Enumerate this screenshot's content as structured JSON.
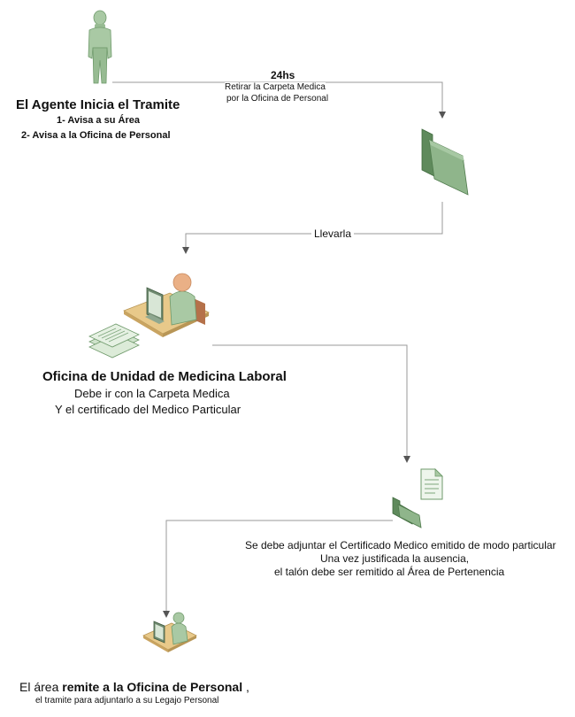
{
  "agent": {
    "title": "El Agente Inicia el Tramite",
    "step1": "1- Avisa a su Área",
    "step2": "2- Avisa a la Oficina de Personal"
  },
  "edge1": {
    "time": "24hs",
    "line1": "Retirar la Carpeta Medica",
    "line2": "por la Oficina de Personal"
  },
  "edge2": {
    "label": "Llevarla"
  },
  "office": {
    "title": "Oficina de Unidad de Medicina Laboral",
    "line1": "Debe ir con la Carpeta Medica",
    "line2": "Y el certificado del Medico Particular"
  },
  "certificate_note": {
    "line1": "Se debe adjuntar el Certificado Medico emitido de modo particular",
    "line2": "Una vez justificada la ausencia,",
    "line3": "el talón debe ser remitido al Área de Pertenencia"
  },
  "final": {
    "prefix": "El área ",
    "bold": "remite a la Oficina de Personal",
    "suffix": " ,",
    "line2": "el tramite para adjuntarlo a su Legajo Personal"
  },
  "colors": {
    "figure_green": "#a9c9a4",
    "figure_dark": "#6f9a6b",
    "folder_green": "#7fa67d",
    "desk_tan": "#e8c98a",
    "skin": "#eab086",
    "connector": "#9a9a9a",
    "arrowhead": "#555555"
  }
}
